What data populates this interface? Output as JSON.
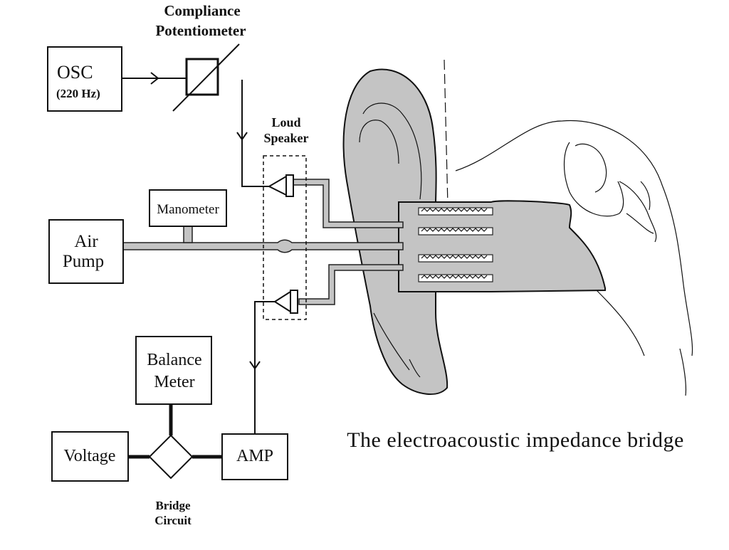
{
  "diagram": {
    "title": "The electroacoustic impedance bridge",
    "components": {
      "osc": {
        "label": "OSC",
        "sublabel": "(220 Hz)"
      },
      "compliance_pot": {
        "line1": "Compliance",
        "line2": "Potentiometer"
      },
      "loud_speaker": {
        "line1": "Loud",
        "line2": "Speaker"
      },
      "manometer": {
        "label": "Manometer"
      },
      "air_pump": {
        "line1": "Air",
        "line2": "Pump"
      },
      "balance_meter": {
        "line1": "Balance",
        "line2": "Meter"
      },
      "voltage": {
        "label": "Voltage"
      },
      "amp": {
        "label": "AMP"
      },
      "bridge_circuit": {
        "line1": "Bridge",
        "line2": "Circuit"
      }
    },
    "colors": {
      "tissue": "#c4c4c4",
      "line": "#111111",
      "background": "#ffffff"
    }
  }
}
